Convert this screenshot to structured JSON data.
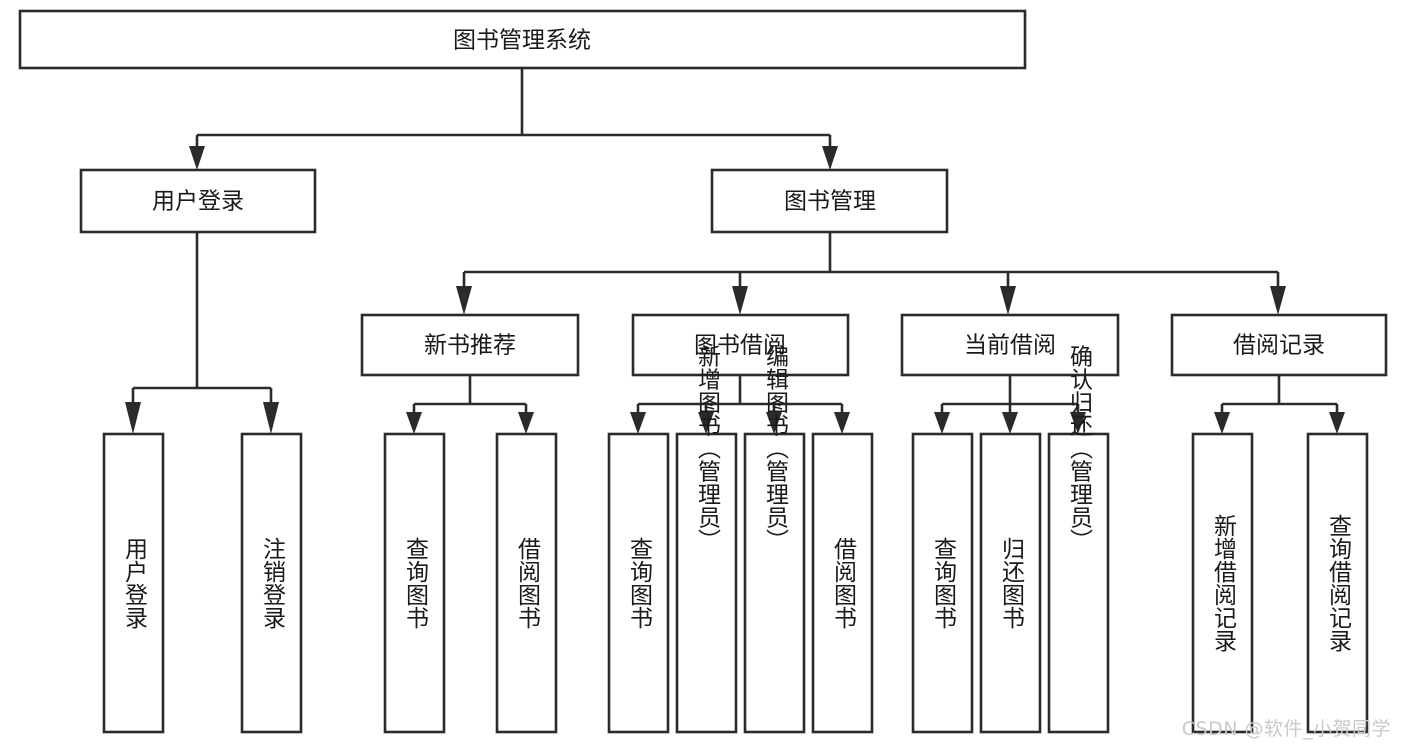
{
  "diagram": {
    "type": "tree-hierarchy",
    "title": "图书管理系统",
    "orientation": "top-down",
    "colors": {
      "box_stroke": "#2b2b2b",
      "box_fill": "#ffffff",
      "text": "#1a1a1a",
      "watermark": "#c9c9c9",
      "background": "#ffffff"
    },
    "root": {
      "id": "root",
      "label": "图书管理系统"
    },
    "level2": [
      {
        "id": "user-login",
        "label": "用户登录"
      },
      {
        "id": "book-manage",
        "label": "图书管理"
      }
    ],
    "level3": [
      {
        "id": "new-book-recommend",
        "label": "新书推荐",
        "parent": "book-manage"
      },
      {
        "id": "book-borrow",
        "label": "图书借阅",
        "parent": "book-manage"
      },
      {
        "id": "current-borrow",
        "label": "当前借阅",
        "parent": "book-manage"
      },
      {
        "id": "borrow-record",
        "label": "借阅记录",
        "parent": "book-manage"
      }
    ],
    "leaves": {
      "user-login": [
        {
          "id": "leaf-user-login",
          "label": "用户登录"
        },
        {
          "id": "leaf-user-logout",
          "label": "注销登录"
        }
      ],
      "new-book-recommend": [
        {
          "id": "leaf-query-book-1",
          "label": "查询图书"
        },
        {
          "id": "leaf-borrow-book-1",
          "label": "借阅图书"
        }
      ],
      "book-borrow": [
        {
          "id": "leaf-query-book-2",
          "label": "查询图书"
        },
        {
          "id": "leaf-add-book",
          "label": "新增图书（管理员）"
        },
        {
          "id": "leaf-edit-book",
          "label": "编辑图书（管理员）"
        },
        {
          "id": "leaf-borrow-book-2",
          "label": "借阅图书"
        }
      ],
      "current-borrow": [
        {
          "id": "leaf-query-book-3",
          "label": "查询图书"
        },
        {
          "id": "leaf-return-book",
          "label": "归还图书"
        },
        {
          "id": "leaf-confirm-return",
          "label": "确认归还（管理员）"
        }
      ],
      "borrow-record": [
        {
          "id": "leaf-add-record",
          "label": "新增借阅记录"
        },
        {
          "id": "leaf-query-record",
          "label": "查询借阅记录"
        }
      ]
    }
  },
  "watermark": {
    "text": "CSDN @软件_小贺同学"
  }
}
